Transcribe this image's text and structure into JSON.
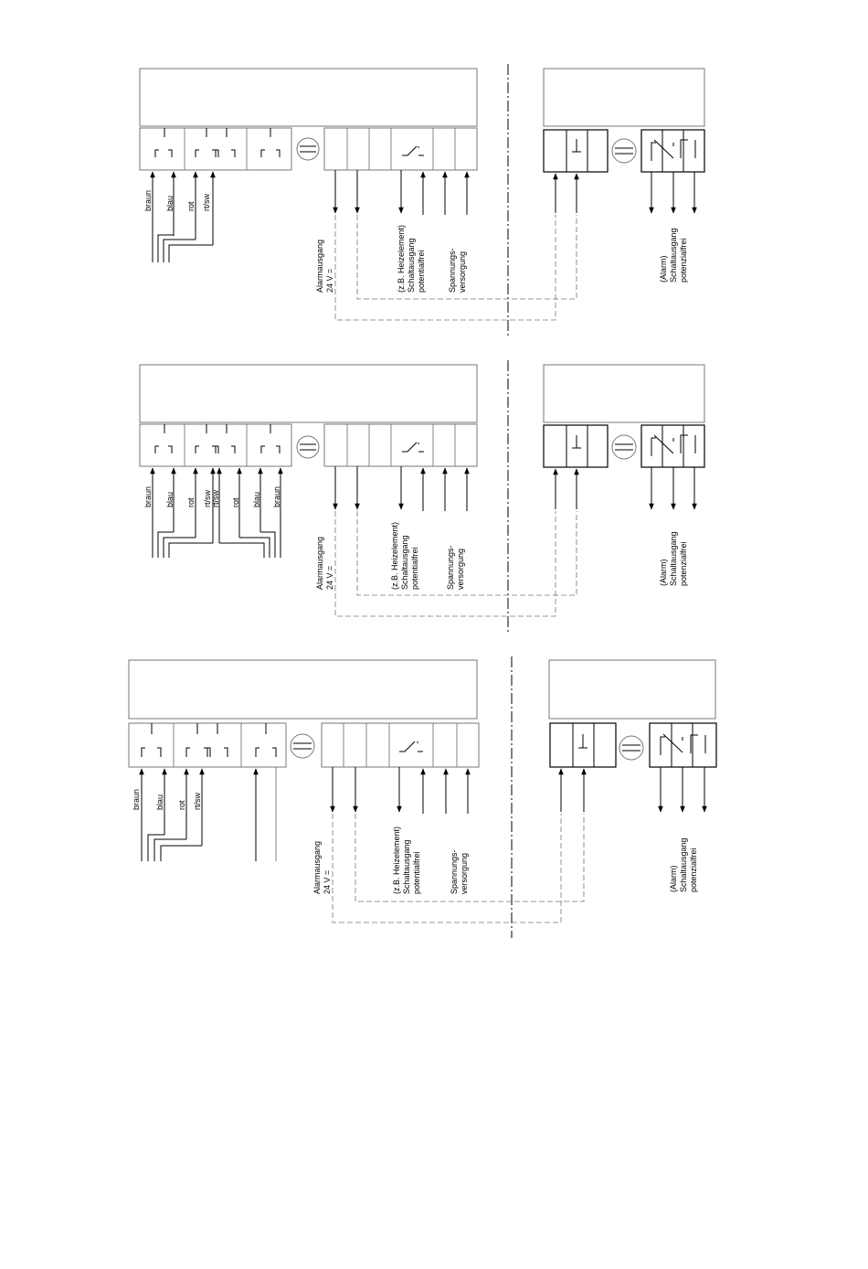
{
  "diagrams": [
    {
      "sensor_labels": [
        "braun",
        "blau",
        "rot",
        "rt/sw"
      ],
      "output_labels": {
        "alarm": [
          "Alarmausgang",
          "24 V ="
        ],
        "switch": [
          "(z.B. Heizelement)",
          "Schaltausgang",
          "potentialfrei"
        ],
        "supply": [
          "Spannungs-",
          "versorgung"
        ],
        "remote": [
          "(Alarm)",
          "Schaltausgang",
          "potenzialfrei"
        ]
      }
    },
    {
      "sensor_labels": [
        "braun",
        "blau",
        "rot",
        "rt/sw",
        "rt/sw",
        "rot",
        "blau",
        "braun"
      ],
      "output_labels": {
        "alarm": [
          "Alarmausgang",
          "24 V ="
        ],
        "switch": [
          "(z.B. Heizelement)",
          "Schaltausgang",
          "potentialfrei"
        ],
        "supply": [
          "Spannungs-",
          "versorgung"
        ],
        "remote": [
          "(Alarm)",
          "Schaltausgang",
          "potenzialfrei"
        ]
      }
    },
    {
      "sensor_labels": [
        "braun",
        "blau",
        "rot",
        "rt/sw"
      ],
      "output_labels": {
        "alarm": [
          "Alarmausgang",
          "24 V ="
        ],
        "switch": [
          "(z.B. Heizelement)",
          "Schaltausgang",
          "potentialfrei"
        ],
        "supply": [
          "Spannungs-",
          "versorgung"
        ],
        "remote": [
          "(Alarm)",
          "Schaltausgang",
          "potenzialfrei"
        ]
      }
    }
  ]
}
